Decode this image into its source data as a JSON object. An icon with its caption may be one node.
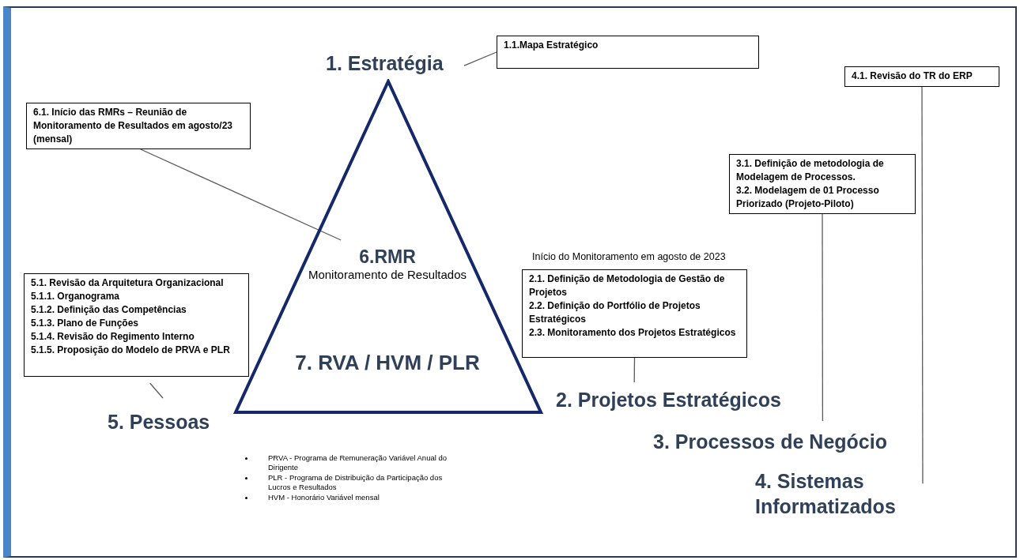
{
  "diagram": {
    "nodes": [
      {
        "text": [
          "1. Estratégia"
        ]
      },
      {
        "text": [
          "1.1.Mapa Estratégico"
        ]
      },
      {
        "text": [
          "4.1. Revisão do TR do ERP"
        ]
      },
      {
        "text": [
          "6.1. Início das RMRs – Reunião de Monitoramento de Resultados em agosto/23 (mensal)"
        ]
      },
      {
        "text": [],
        "shape": "triangle"
      },
      {
        "text": [
          "6.RMR",
          "Monitoramento de Resultados"
        ],
        "in": 4
      },
      {
        "text": [
          "7. RVA / HVM / PLR"
        ],
        "in": 4
      },
      {
        "text": [
          "3.1. Definição de metodologia de Modelagem de Processos.",
          "3.2.  Modelagem de 01 Processo Priorizado (Projeto-Piloto)"
        ]
      },
      {
        "text": [
          "5.1. Revisão da Arquitetura Organizacional",
          "5.1.1. Organograma",
          "5.1.2. Definição das Competências",
          "5.1.3. Plano de Funções",
          "5.1.4. Revisão do Regimento Interno",
          "5.1.5. Proposição do Modelo de PRVA e PLR"
        ]
      },
      {
        "text": [
          "2.1. Definição de Metodologia de Gestão de Projetos",
          "2.2. Definição do Portfólio de Projetos Estratégicos",
          "2.3. Monitoramento dos Projetos Estratégicos"
        ],
        "beside": [
          "Início do Monitoramento em agosto de 2023"
        ]
      },
      {
        "text": [
          "2. Projetos Estratégicos"
        ]
      },
      {
        "text": [
          "5. Pessoas"
        ]
      },
      {
        "text": [
          "3. Processos de Negócio"
        ]
      },
      {
        "text": [
          "4. Sistemas Informatizados"
        ]
      }
    ],
    "edges": [
      {
        "from": 0,
        "to": 1,
        "arrow": "none"
      },
      {
        "from": 3,
        "to": 5,
        "arrow": "none"
      },
      {
        "from": 8,
        "to": 11,
        "arrow": "none"
      },
      {
        "from": 9,
        "to": 10,
        "arrow": "none"
      },
      {
        "from": 7,
        "to": 12,
        "arrow": "none"
      },
      {
        "from": 2,
        "to": 13,
        "arrow": "none"
      }
    ],
    "labels": [
      "PRVA - Programa de Remuneração Variável Anual do Dirigente",
      "PLR - Programa de Distribuição da Participação dos Lucros e Resultados",
      "HVM - Honorário Variável mensal"
    ]
  }
}
